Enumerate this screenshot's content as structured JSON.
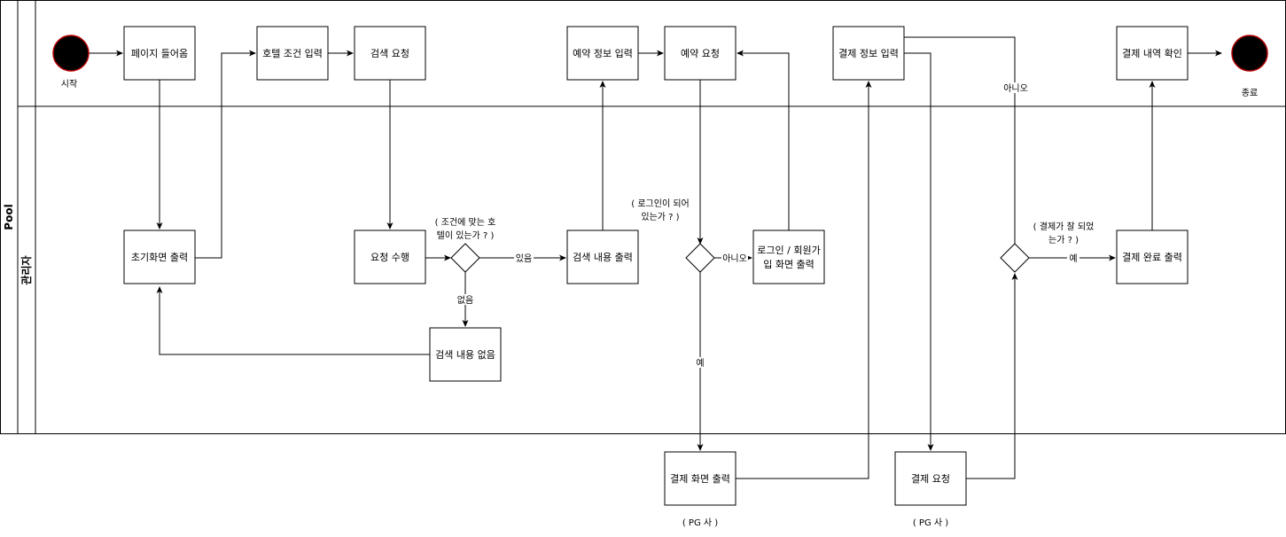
{
  "pool": {
    "title": "Pool",
    "lane_label": "관리자"
  },
  "nodes": {
    "start_label": "시작",
    "end_label": "종료",
    "page_enter": "페이지 들어옴",
    "hotel_input": "호텔 조건 입력",
    "search_request": "검색 요청",
    "reserve_info_input": "예약 정보 입력",
    "reserve_request": "예약 요청",
    "pay_info_input": "결제 정보 입력",
    "pay_history_check": "결제 내역 확인",
    "initial_screen": "초기화면 출력",
    "request_execute": "요청 수행",
    "search_result_output": "검색 내용 출력",
    "login_signup_line1": "로그인 / 회원가",
    "login_signup_line2": "입 화면 출력",
    "pay_complete_output": "결제 완료 출력",
    "search_none": "검색 내용 없음",
    "pay_screen_output": "결제 화면 출력",
    "pay_request": "결제 요청",
    "pg_label_1": "( PG 사 )",
    "pg_label_2": "( PG 사 )"
  },
  "decisions": {
    "hotel_q_line1": "( 조건에 맞는 호",
    "hotel_q_line2": "텔이 있는가 ? )",
    "login_q_line1": "( 로그인이 되어",
    "login_q_line2": "있는가 ? )",
    "pay_q_line1": "( 결제가 잘 되었",
    "pay_q_line2": "는가 ? )"
  },
  "edge_labels": {
    "exists": "있음",
    "none": "없음",
    "no_login": "아니오",
    "yes_login": "예",
    "no_pay": "아니오",
    "yes_pay": "예"
  }
}
